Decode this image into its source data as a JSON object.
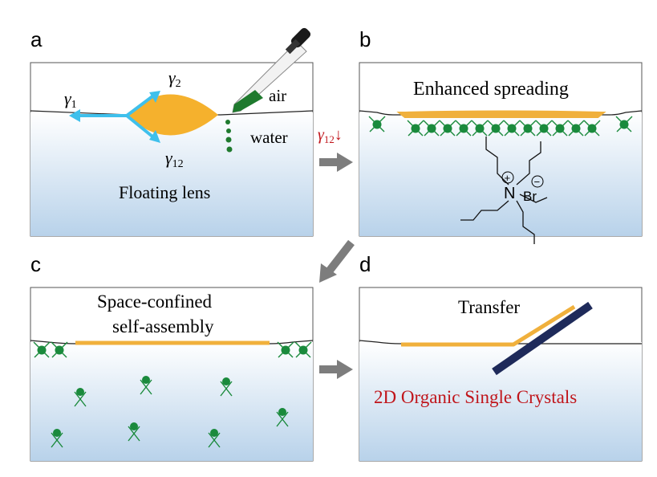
{
  "panels": {
    "a": {
      "letter": "a",
      "label_gamma1_sym": "γ",
      "label_gamma1_sub": "1",
      "label_gamma2_sym": "γ",
      "label_gamma2_sub": "2",
      "label_gamma12_sym": "γ",
      "label_gamma12_sub": "12",
      "air": "air",
      "water": "water",
      "caption": "Floating lens"
    },
    "b": {
      "letter": "b",
      "caption": "Enhanced spreading",
      "n_label": "N",
      "br_label": "Br",
      "plus": "+",
      "minus": "−"
    },
    "c": {
      "letter": "c",
      "caption_line1": "Space-confined",
      "caption_line2": "self-assembly"
    },
    "d": {
      "letter": "d",
      "caption": "Transfer",
      "result": "2D Organic Single Crystals"
    }
  },
  "transition": {
    "gamma_sym": "γ",
    "gamma_sub": "12",
    "arrow": "↓"
  },
  "colors": {
    "water_top": "#ffffff",
    "water_bottom": "#b8d2ea",
    "lens": "#f5b12d",
    "film": "#f0b03c",
    "blue_arrow": "#3fc0ec",
    "green": "#1a8a3c",
    "dark_green": "#0f6b2a",
    "gray_arrow": "#7d7d7d",
    "red_text": "#c0151b",
    "crystal": "#1e2a5a"
  }
}
